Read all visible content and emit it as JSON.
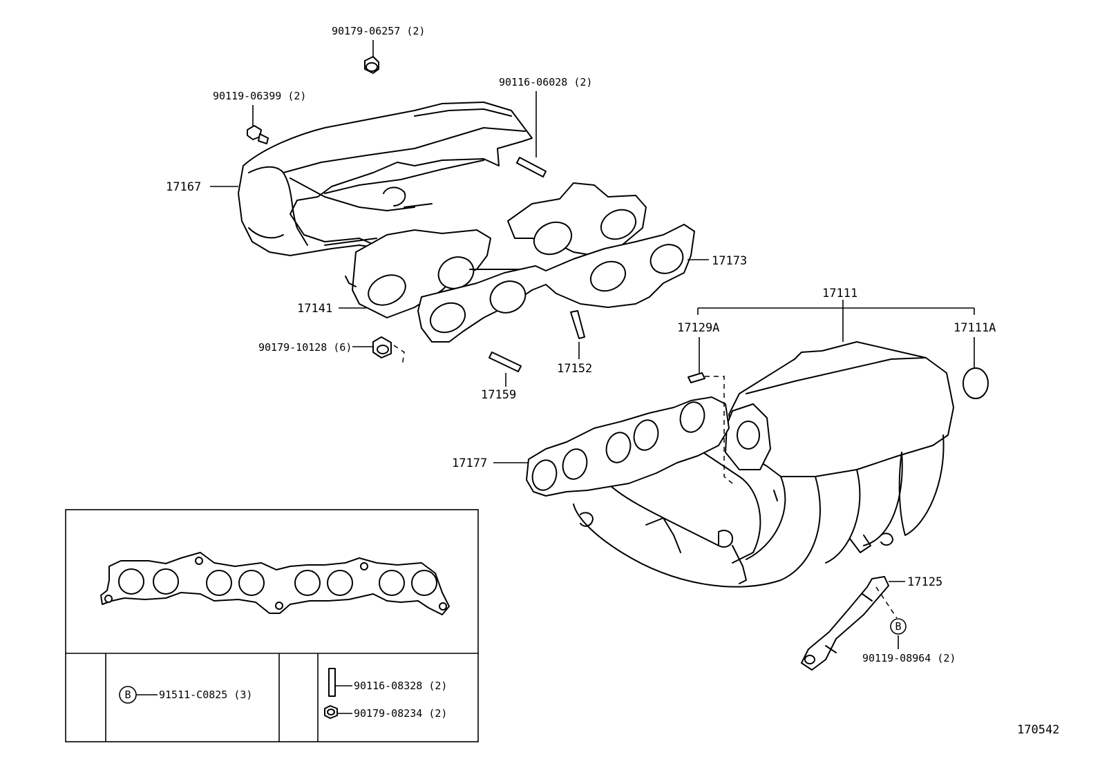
{
  "diagram_id": "170542",
  "callouts": {
    "nut_top": "90179-06257 (2)",
    "bolt_shield": "90119-06399 (2)",
    "stud_top": "90116-06028 (2)",
    "heat_insulator": "17167",
    "gasket_upper": "17173",
    "exhaust_manifold": "17141",
    "nut_manifold": "90179-10128 (6)",
    "stud_lower_a": "17159",
    "stud_lower_b": "17152",
    "intake_manifold": "17111",
    "pin": "17129A",
    "plug": "17111A",
    "gasket_lower": "17177",
    "stay": "17125",
    "bolt_stay": "90119-08964 (2)",
    "marker_b": "B"
  },
  "inset": {
    "marker_b": "B",
    "bolt_b": "91511-C0825 (3)",
    "stud": "90116-08328 (2)",
    "nut": "90179-08234 (2)"
  }
}
